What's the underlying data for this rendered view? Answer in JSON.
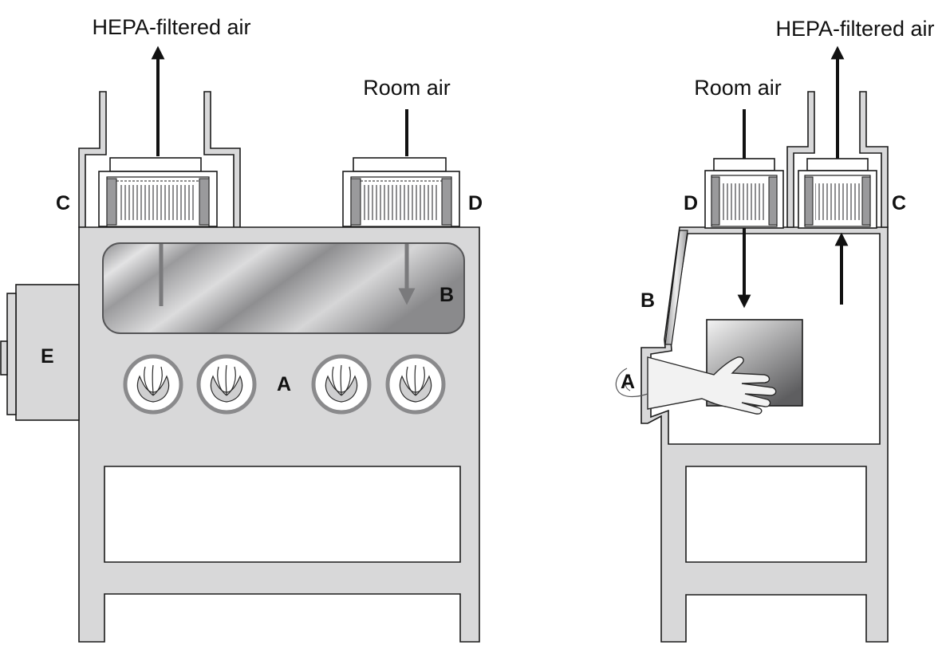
{
  "colors": {
    "cabinet_fill": "#d8d8d9",
    "outline": "#1a1a1a",
    "filter_element": "#9a9a9c",
    "arrow_dark": "#111111",
    "arrow_light": "#7a7a7c"
  },
  "front_view": {
    "exhaust_label": "HEPA-filtered air",
    "intake_label": "Room air",
    "labels": {
      "gloves": "A",
      "window": "B",
      "exhaust_filter": "C",
      "intake_filter": "D",
      "pass_through": "E"
    }
  },
  "side_view": {
    "exhaust_label": "HEPA-filtered air",
    "intake_label": "Room air",
    "labels": {
      "glove": "A",
      "window": "B",
      "exhaust_filter": "C",
      "intake_filter": "D"
    }
  }
}
